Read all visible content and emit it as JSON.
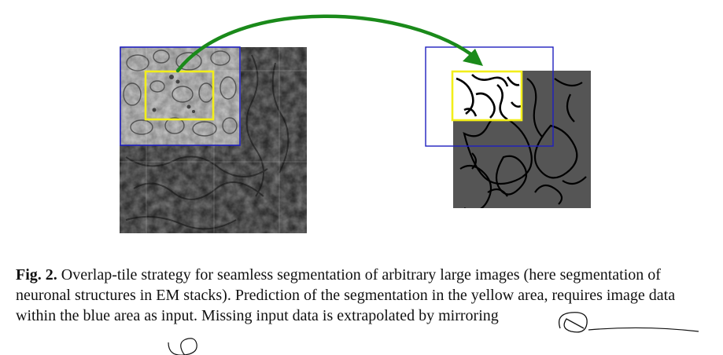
{
  "figure": {
    "colors": {
      "input_region": "#1f1fbf",
      "output_region": "#f2ee1a",
      "arrow": "#1a8a1a",
      "em_dark": "#2a2a2a",
      "em_light": "#c8c8c8",
      "seg_background": "#555555",
      "seg_cells": "#ffffff",
      "seg_membranes": "#000000"
    },
    "left_panel": "em-image-tile",
    "right_panel": "segmentation-map"
  },
  "caption": {
    "label": "Fig. 2.",
    "text": "Overlap-tile strategy for seamless segmentation of arbitrary large images (here segmentation of neuronal structures in EM stacks). Prediction of the segmentation in the yellow area, requires image data within the blue area as input. Missing input data is extrapolated by mirroring"
  },
  "annotations": {
    "type": "handwritten-pen-marks",
    "color": "#111111"
  }
}
